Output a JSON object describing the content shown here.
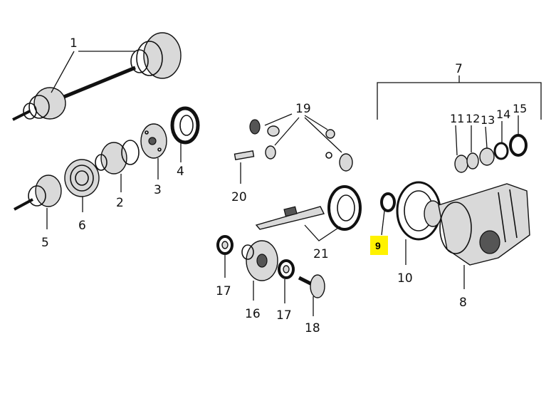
{
  "callouts": {
    "c1": "1",
    "c2": "2",
    "c3": "3",
    "c4": "4",
    "c5": "5",
    "c6": "6",
    "c7": "7",
    "c8": "8",
    "c9": "9",
    "c10": "10",
    "c11": "11",
    "c12": "12",
    "c13": "13",
    "c14": "14",
    "c15": "15",
    "c16": "16",
    "c17a": "17",
    "c17b": "17",
    "c18": "18",
    "c19": "19",
    "c20": "20",
    "c21": "21"
  },
  "highlight": {
    "color": "#fff200",
    "label": "9"
  }
}
